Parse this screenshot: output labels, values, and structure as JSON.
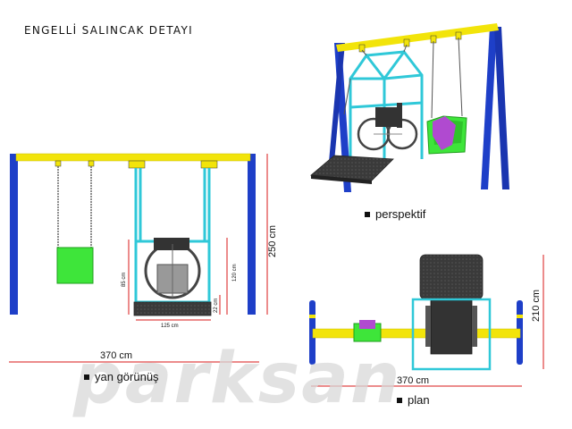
{
  "title": "ENGELLİ SALINCAK DETAYI",
  "captions": {
    "perspective": "perspektif",
    "side": "yan görünüş",
    "plan": "plan"
  },
  "dimensions": {
    "side_width": "370 cm",
    "side_height": "250 cm",
    "platform_width": "125 cm",
    "frame_height": "85 cm",
    "frame_height_2": "120 cm",
    "platform_height": "22 cm",
    "plan_width": "370 cm",
    "plan_depth": "210 cm"
  },
  "watermark": "parksan",
  "colors": {
    "post": "#1e3fc8",
    "beam": "#f2e40a",
    "frame": "#2fc8d8",
    "seat_green": "#3ee53a",
    "seat_purple": "#b04ad0",
    "platform": "#3a3a3a",
    "dim": "#d81a1a",
    "watermark": "#d8d8d8"
  }
}
